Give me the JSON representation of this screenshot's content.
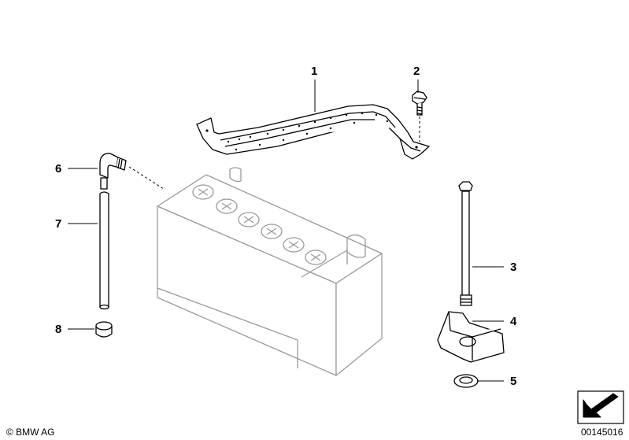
{
  "callouts": {
    "c1": "1",
    "c2": "2",
    "c3": "3",
    "c4": "4",
    "c5": "5",
    "c6": "6",
    "c7": "7",
    "c8": "8"
  },
  "footer": {
    "copyright": "© BMW AG",
    "diagram_number": "00145016"
  },
  "icons": {
    "navigation": "arrow-down-left-icon"
  }
}
